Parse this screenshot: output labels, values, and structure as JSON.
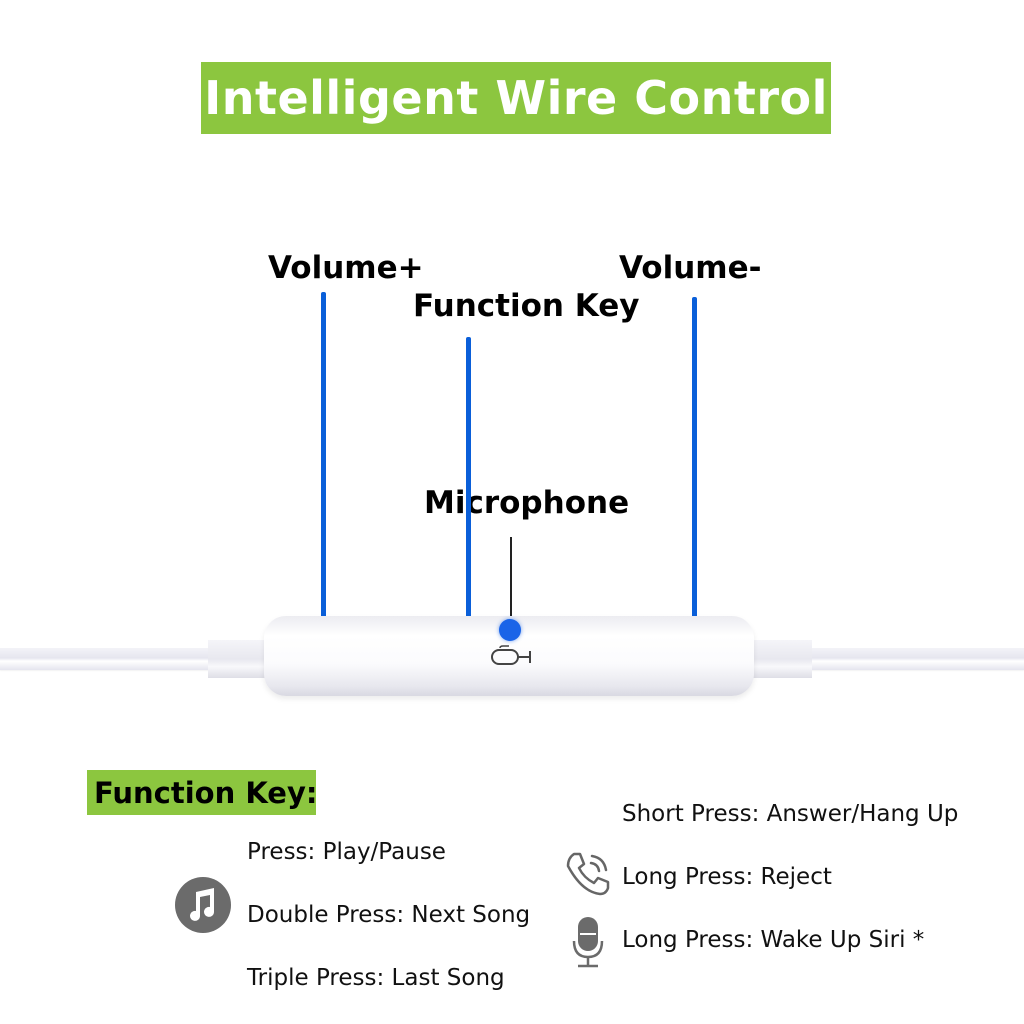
{
  "title": "Intelligent Wire Control",
  "labels": {
    "volume_up": "Volume+",
    "function_key": "Function Key",
    "volume_down": "Volume-",
    "microphone": "Microphone"
  },
  "function_key_section": {
    "heading": "Function Key:",
    "music": {
      "icon": "music-note-icon",
      "items": [
        "Press: Play/Pause",
        "Double Press: Next Song",
        "Triple Press: Last Song"
      ]
    },
    "calls": {
      "icon": "phone-call-icon",
      "items": [
        "Short Press: Answer/Hang Up",
        "Long Press: Reject"
      ]
    },
    "siri": {
      "icon": "microphone-icon",
      "items": [
        "Long Press: Wake Up Siri *"
      ]
    }
  },
  "colors": {
    "banner_green": "#8cc63f",
    "leader_blue": "#0a5fd9",
    "mic_dot_blue": "#1a64e8",
    "icon_gray": "#6b6b6b"
  }
}
